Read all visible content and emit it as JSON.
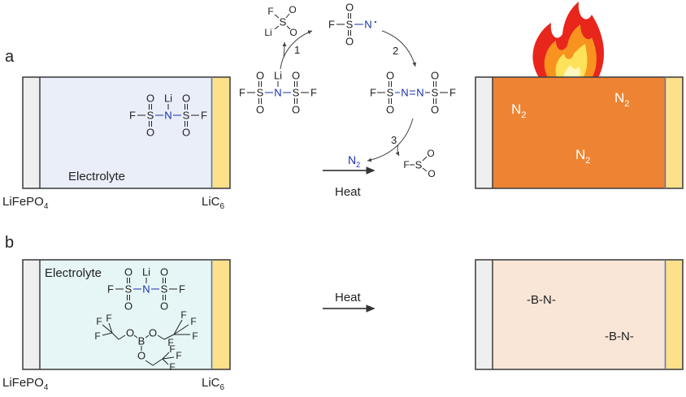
{
  "panels": {
    "a": "a",
    "b": "b"
  },
  "labels": {
    "cathode": "LiFePO",
    "cathode_sub": "4",
    "anode": "LiC",
    "anode_sub": "6",
    "electrolyte": "Electrolyte",
    "heat": "Heat",
    "n2": "N",
    "n2_sub": "2",
    "bn": "-B-N-"
  },
  "steps": [
    "1",
    "2",
    "3"
  ],
  "atoms": {
    "F": "F",
    "S": "S",
    "N": "N",
    "O": "O",
    "Li": "Li",
    "B": "B"
  },
  "colors": {
    "cathode": "#efefef",
    "anode": "#fde08a",
    "electrolyte_a": "#e9eef9",
    "electrolyte_b": "#e6f6f6",
    "burning": "#ee8433",
    "stable": "#f9e6d6",
    "nitrogen": "#1a2fb0"
  }
}
